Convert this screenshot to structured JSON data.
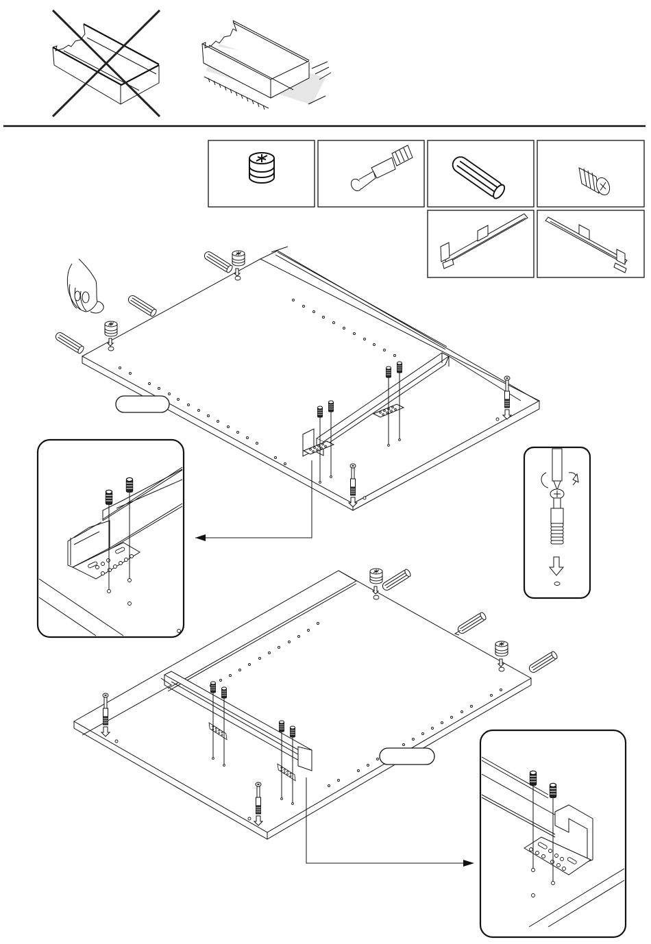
{
  "page": {
    "type": "furniture-assembly-instructions",
    "background": "#ffffff",
    "ink_color": "#111111"
  },
  "header": {
    "wrong_example": {
      "name": "incorrect-handling-panel-edge",
      "crossed_out": true
    },
    "right_example": {
      "name": "correct-handling-panel-on-protected-floor",
      "crossed_out": false
    }
  },
  "parts_legend": {
    "items": [
      {
        "name": "cam-lock",
        "icon": "cam-lock-icon"
      },
      {
        "name": "cam-bolt",
        "icon": "cam-bolt-icon"
      },
      {
        "name": "wooden-dowel",
        "icon": "dowel-icon"
      },
      {
        "name": "euro-screw-insert",
        "icon": "insert-icon"
      },
      {
        "name": "drawer-runner-left",
        "icon": "runner-left-icon"
      },
      {
        "name": "drawer-runner-right",
        "icon": "runner-right-icon"
      }
    ]
  },
  "steps": [
    {
      "name": "upper-side-panel-assembly",
      "label": ""
    },
    {
      "name": "lower-side-panel-assembly",
      "label": ""
    }
  ],
  "detail_insets": [
    {
      "name": "runner-front-fixing-detail-left"
    },
    {
      "name": "cam-bolt-screw-in-detail"
    },
    {
      "name": "runner-front-fixing-detail-right"
    }
  ]
}
